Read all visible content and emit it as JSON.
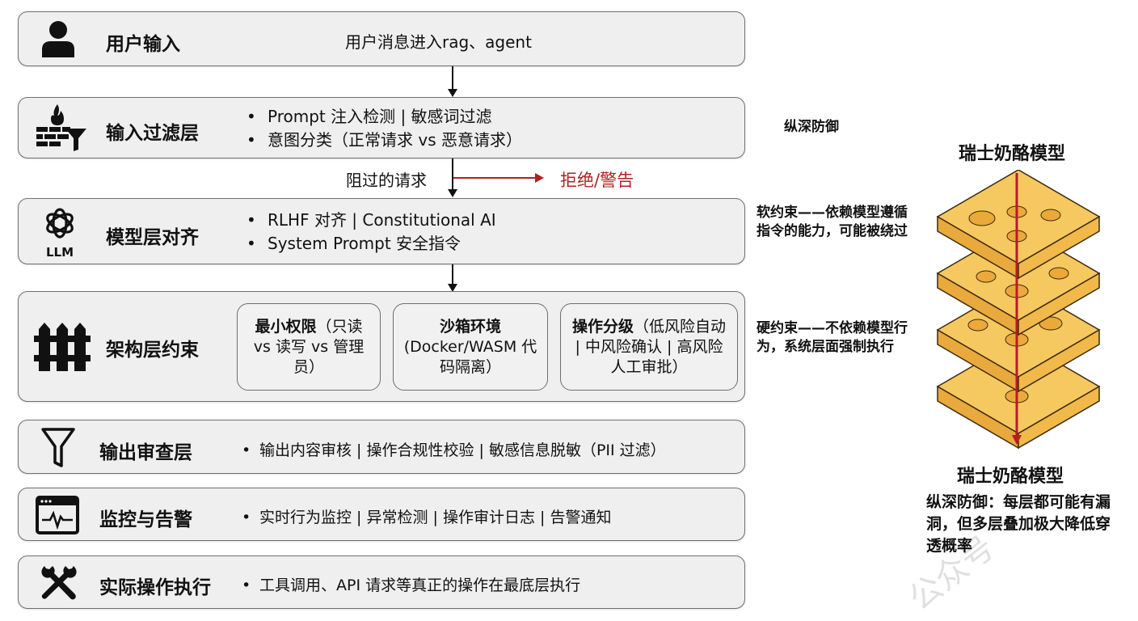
{
  "layers": [
    {
      "title": "用户输入",
      "icon": "user-icon",
      "text": "用户消息进入rag、agent"
    },
    {
      "title": "输入过滤层",
      "icon": "firewall-filter-icon",
      "bullets": [
        "Prompt 注入检测 | 敏感词过滤",
        "意图分类（正常请求 vs 恶意请求）"
      ]
    },
    {
      "title": "模型层对齐",
      "icon": "llm-icon",
      "icon_label": "LLM",
      "bullets": [
        "RLHF 对齐 | Constitutional AI",
        "System Prompt 安全指令"
      ]
    },
    {
      "title": "架构层约束",
      "icon": "fence-icon",
      "boxes": [
        {
          "bold": "最小权限",
          "rest": "（只读 vs 读写 vs 管理员）"
        },
        {
          "bold": "沙箱环境",
          "rest": "(Docker/WASM 代码隔离）"
        },
        {
          "bold": "操作分级",
          "rest": "（低风险自动 | 中风险确认 | 高风险人工审批）"
        }
      ]
    },
    {
      "title": "输出审查层",
      "icon": "funnel-icon",
      "text": "输出内容审核 | 操作合规性校验 | 敏感信息脱敏（PII 过滤）"
    },
    {
      "title": "监控与告警",
      "icon": "monitor-pulse-icon",
      "text": "实时行为监控 | 异常检测 | 操作审计日志 | 告警通知"
    },
    {
      "title": "实际操作执行",
      "icon": "tools-icon",
      "text": "工具调用、API 请求等真正的操作在最底层执行"
    }
  ],
  "flow": {
    "pass_label": "阻过的请求",
    "reject_label": "拒绝/警告",
    "reject_color": "#b32020"
  },
  "side_notes": {
    "defense": "纵深防御",
    "soft": "软约束——依赖模型遵循指令的能力，可能被绕过",
    "hard": "硬约束——不依赖模型行为，系统层面强制执行"
  },
  "cheese": {
    "top_title": "瑞士奶酪模型",
    "bottom_title": "瑞士奶酪模型",
    "description": "纵深防御：每层都可能有漏洞，但多层叠加极大降低穿透概率",
    "cheese_color": "#f6c860",
    "arrow_color": "#b32020"
  },
  "watermark": "公众号"
}
